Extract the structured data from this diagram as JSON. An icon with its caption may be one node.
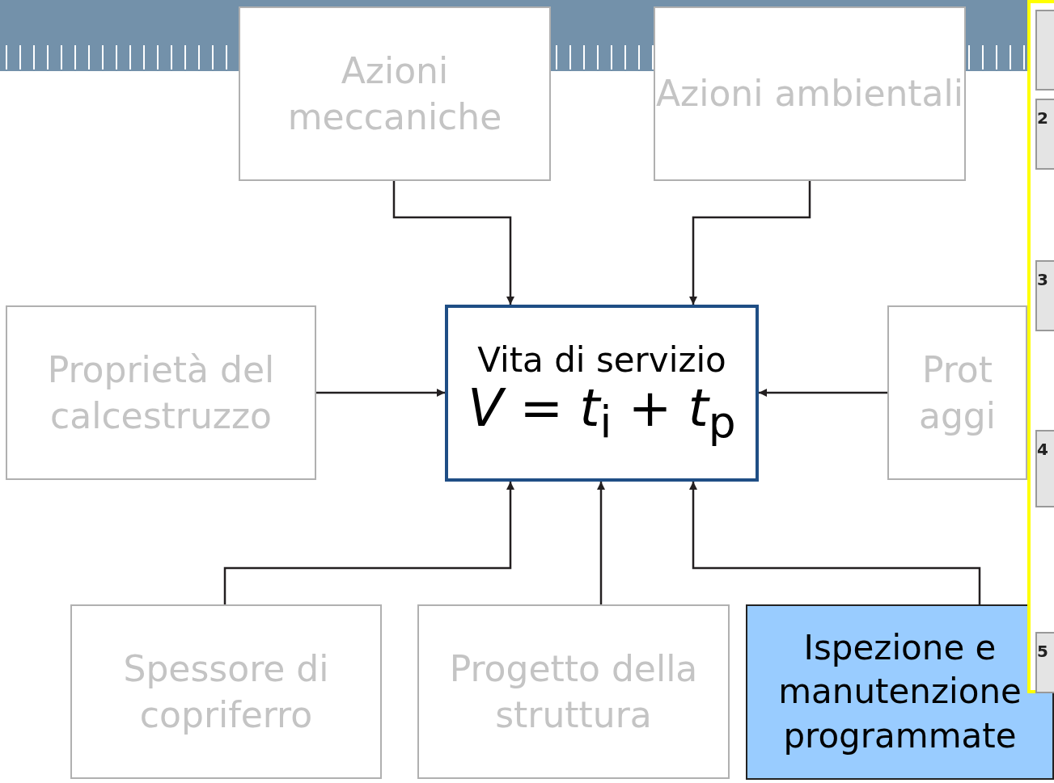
{
  "diagram": {
    "nodes": [
      {
        "text": [
          "Azioni meccaniche"
        ]
      },
      {
        "text": [
          "Azioni ambientali"
        ]
      },
      {
        "text": [
          "Vita di servizio",
          "*V* = *t*$_{i}$ + *t*$_{p}$"
        ]
      },
      {
        "text": [
          "Proprietà del calcestruzzo"
        ]
      },
      {
        "text": [
          "Prot aggi"
        ]
      },
      {
        "text": [
          "Spessore di copriferro"
        ]
      },
      {
        "text": [
          "Progetto della struttura"
        ]
      },
      {
        "text": [
          "Ispezione e manutenzione programmate"
        ]
      }
    ],
    "edges": [
      {
        "from": 0,
        "to": 2,
        "arrow": "to"
      },
      {
        "from": 1,
        "to": 2,
        "arrow": "to"
      },
      {
        "from": 3,
        "to": 2,
        "arrow": "to"
      },
      {
        "from": 4,
        "to": 2,
        "arrow": "to"
      },
      {
        "from": 5,
        "to": 2,
        "arrow": "to"
      },
      {
        "from": 6,
        "to": 2,
        "arrow": "to"
      },
      {
        "from": 7,
        "to": 2,
        "arrow": "to"
      }
    ],
    "labels": [
      "2",
      "3",
      "4",
      "5"
    ]
  }
}
